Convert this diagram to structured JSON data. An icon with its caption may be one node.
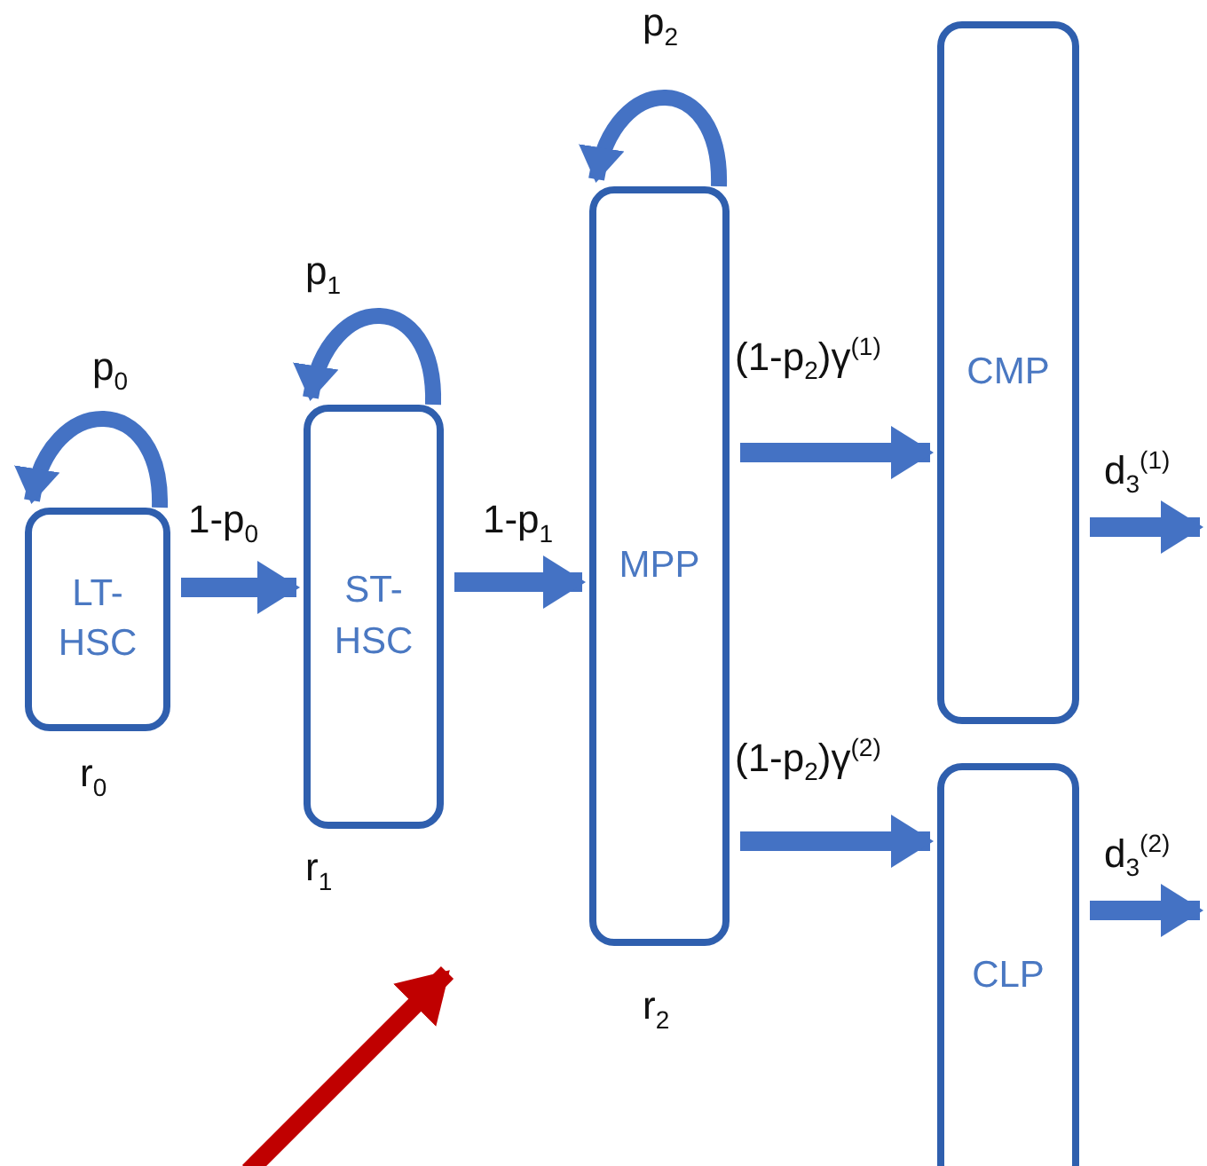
{
  "diagram": {
    "nodes": [
      {
        "text": [
          "LT- HSC"
        ],
        "beside": [
          "r$_{0}$"
        ]
      },
      {
        "text": [
          "ST- HSC"
        ],
        "beside": [
          "r$_{1}$"
        ]
      },
      {
        "text": [
          "MPP"
        ],
        "beside": [
          "r$_{2}$"
        ]
      },
      {
        "text": [
          "CMP"
        ]
      },
      {
        "text": [
          "CLP"
        ]
      }
    ],
    "edges": [
      {
        "from": 0,
        "to": 0,
        "arrow": "to",
        "label": "p$_{0}$"
      },
      {
        "from": 0,
        "to": 1,
        "arrow": "to",
        "label": "1-p$_{0}$"
      },
      {
        "from": 1,
        "to": 1,
        "arrow": "to",
        "label": "p$_{1}$"
      },
      {
        "from": 1,
        "to": 2,
        "arrow": "to",
        "label": "1-p$_{1}$"
      },
      {
        "from": 2,
        "to": 2,
        "arrow": "to",
        "label": "p$_{2}$"
      },
      {
        "from": 2,
        "to": 3,
        "arrow": "to",
        "label": "(1-p$_{2}$)γ$^{(1)}$"
      },
      {
        "from": 2,
        "to": 4,
        "arrow": "to",
        "label": "(1-p$_{2}$)γ$^{(2)}$"
      },
      {
        "from": 3,
        "to": null,
        "arrow": "to",
        "label": "d$_{3}$$^{(1)}$"
      },
      {
        "from": 4,
        "to": null,
        "arrow": "to",
        "label": "d$_{3}$$^{(2)}$"
      }
    ]
  }
}
